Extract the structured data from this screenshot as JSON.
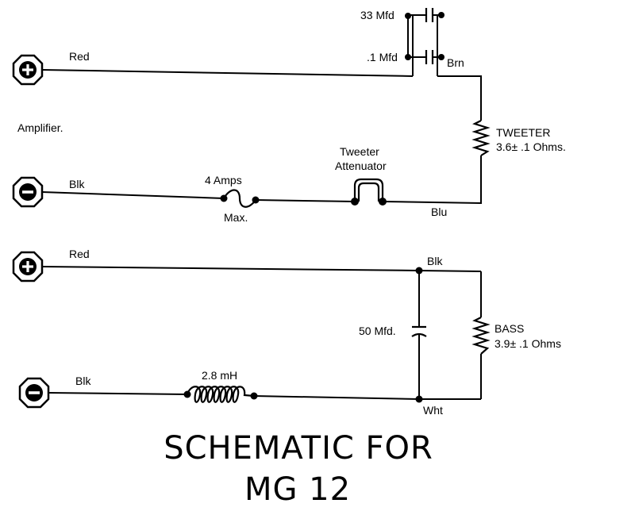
{
  "labels": {
    "cap_33": "33 Mfd",
    "cap_01": ".1 Mfd",
    "brn": "Brn",
    "red_top": "Red",
    "amplifier": "Amplifier.",
    "tweeter": "TWEETER",
    "tweeter_ohms": "3.6± .1 Ohms.",
    "tweeter_att_1": "Tweeter",
    "tweeter_att_2": "Attenuator",
    "fuse_amps": "4 Amps",
    "fuse_max": "Max.",
    "blk_top": "Blk",
    "blu": "Blu",
    "red_bottom": "Red",
    "blk_junction": "Blk",
    "cap_50": "50 Mfd.",
    "bass": "BASS",
    "bass_ohms": "3.9± .1 Ohms",
    "inductor": "2.8 mH",
    "blk_bottom": "Blk",
    "wht": "Wht"
  },
  "title": {
    "line1": "SCHEMATIC FOR",
    "line2": "MG 12"
  },
  "terminals": [
    "plus-terminal-icon",
    "minus-terminal-icon",
    "plus-terminal-icon",
    "minus-terminal-icon"
  ]
}
